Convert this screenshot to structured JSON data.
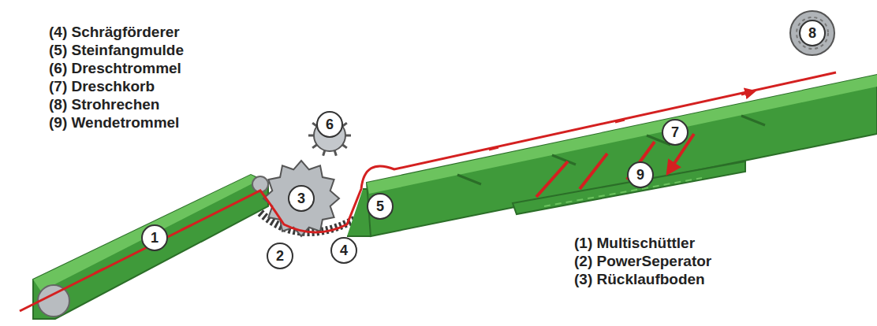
{
  "diagram": {
    "labels": [
      "(4) Schrägförderer",
      "(5) Steinfangmulde",
      "(6) Dreschtrommel",
      "(7) Dreschkorb",
      "(8) Strohrechen",
      "(9) Wendetrommel",
      "(1) Multischüttler",
      "(2) PowerSeperator",
      "(3) Rücklaufboden",
      "1",
      "2",
      "3",
      "4",
      "5",
      "6",
      "7",
      "8",
      "9"
    ]
  }
}
